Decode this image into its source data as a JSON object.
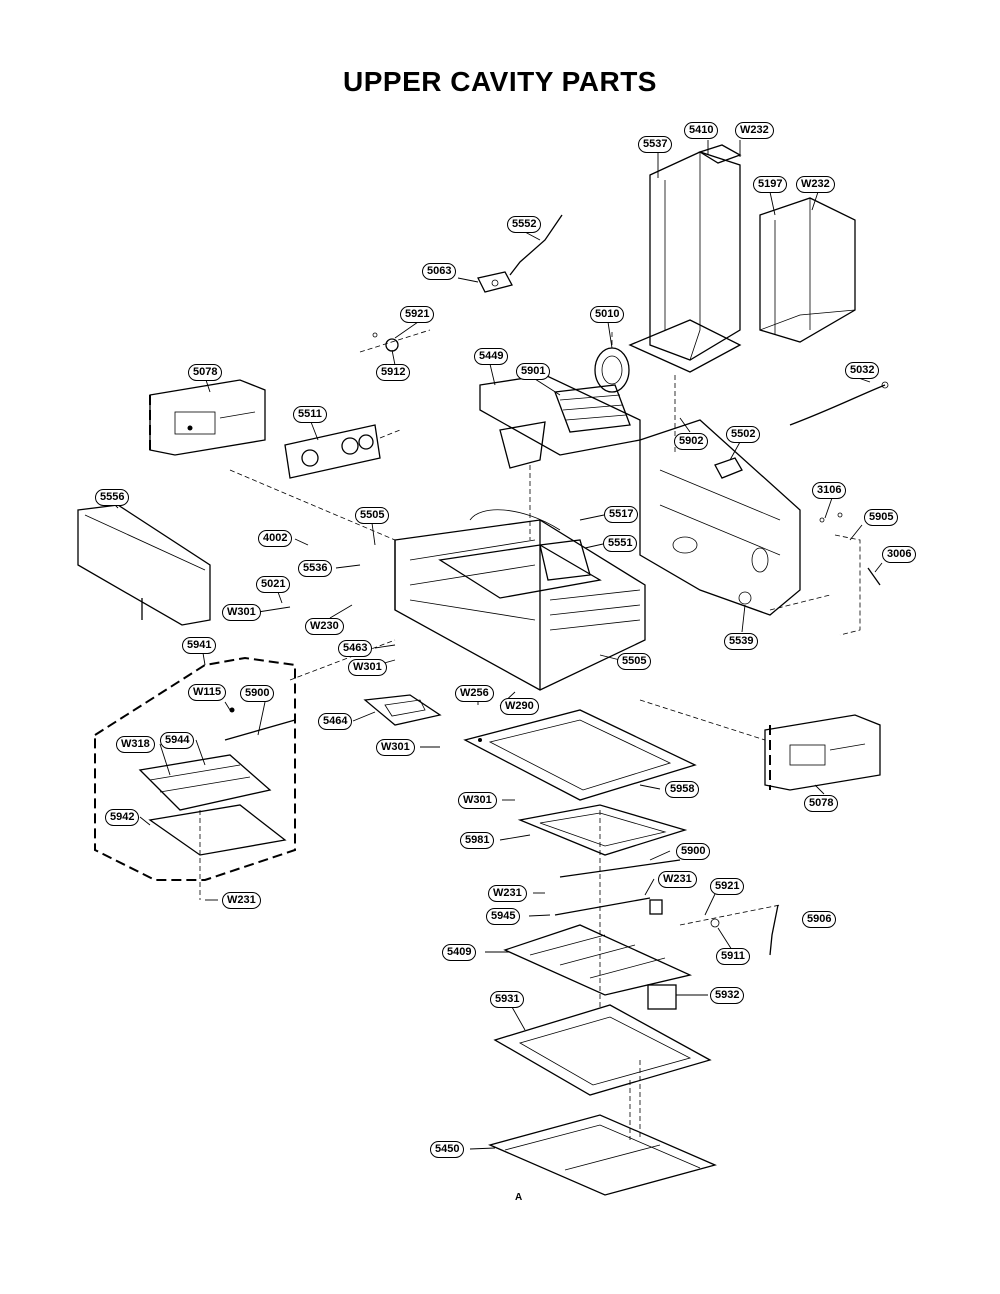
{
  "title": "UPPER CAVITY PARTS",
  "footer_mark": "A",
  "callouts": [
    {
      "id": "c01",
      "text": "5410"
    },
    {
      "id": "c02",
      "text": "W232"
    },
    {
      "id": "c03",
      "text": "5537"
    },
    {
      "id": "c04",
      "text": "5197"
    },
    {
      "id": "c05",
      "text": "W232"
    },
    {
      "id": "c06",
      "text": "5552"
    },
    {
      "id": "c07",
      "text": "5063"
    },
    {
      "id": "c08",
      "text": "5921"
    },
    {
      "id": "c09",
      "text": "5010"
    },
    {
      "id": "c10",
      "text": "5912"
    },
    {
      "id": "c11",
      "text": "5449"
    },
    {
      "id": "c12",
      "text": "5901"
    },
    {
      "id": "c13",
      "text": "5032"
    },
    {
      "id": "c14",
      "text": "5078"
    },
    {
      "id": "c15",
      "text": "5511"
    },
    {
      "id": "c16",
      "text": "5902"
    },
    {
      "id": "c17",
      "text": "5502"
    },
    {
      "id": "c18",
      "text": "5556"
    },
    {
      "id": "c19",
      "text": "3106"
    },
    {
      "id": "c20",
      "text": "5505"
    },
    {
      "id": "c21",
      "text": "5517"
    },
    {
      "id": "c22",
      "text": "5905"
    },
    {
      "id": "c23",
      "text": "4002"
    },
    {
      "id": "c24",
      "text": "5551"
    },
    {
      "id": "c25",
      "text": "5536"
    },
    {
      "id": "c26",
      "text": "3006"
    },
    {
      "id": "c27",
      "text": "5021"
    },
    {
      "id": "c28",
      "text": "W301"
    },
    {
      "id": "c29",
      "text": "W230"
    },
    {
      "id": "c30",
      "text": "5539"
    },
    {
      "id": "c31",
      "text": "5463"
    },
    {
      "id": "c32",
      "text": "5941"
    },
    {
      "id": "c33",
      "text": "5505"
    },
    {
      "id": "c34",
      "text": "W301"
    },
    {
      "id": "c35",
      "text": "W115"
    },
    {
      "id": "c36",
      "text": "5900"
    },
    {
      "id": "c37",
      "text": "W256"
    },
    {
      "id": "c38",
      "text": "W290"
    },
    {
      "id": "c39",
      "text": "5464"
    },
    {
      "id": "c40",
      "text": "W318"
    },
    {
      "id": "c41",
      "text": "5944"
    },
    {
      "id": "c42",
      "text": "W301"
    },
    {
      "id": "c43",
      "text": "5958"
    },
    {
      "id": "c44",
      "text": "5078"
    },
    {
      "id": "c45",
      "text": "W301"
    },
    {
      "id": "c46",
      "text": "5942"
    },
    {
      "id": "c47",
      "text": "5981"
    },
    {
      "id": "c48",
      "text": "5900"
    },
    {
      "id": "c49",
      "text": "W231"
    },
    {
      "id": "c50",
      "text": "W231"
    },
    {
      "id": "c51",
      "text": "5921"
    },
    {
      "id": "c52",
      "text": "W231"
    },
    {
      "id": "c53",
      "text": "5945"
    },
    {
      "id": "c54",
      "text": "5906"
    },
    {
      "id": "c55",
      "text": "5911"
    },
    {
      "id": "c56",
      "text": "5409"
    },
    {
      "id": "c57",
      "text": "5932"
    },
    {
      "id": "c58",
      "text": "5931"
    },
    {
      "id": "c59",
      "text": "5450"
    }
  ]
}
